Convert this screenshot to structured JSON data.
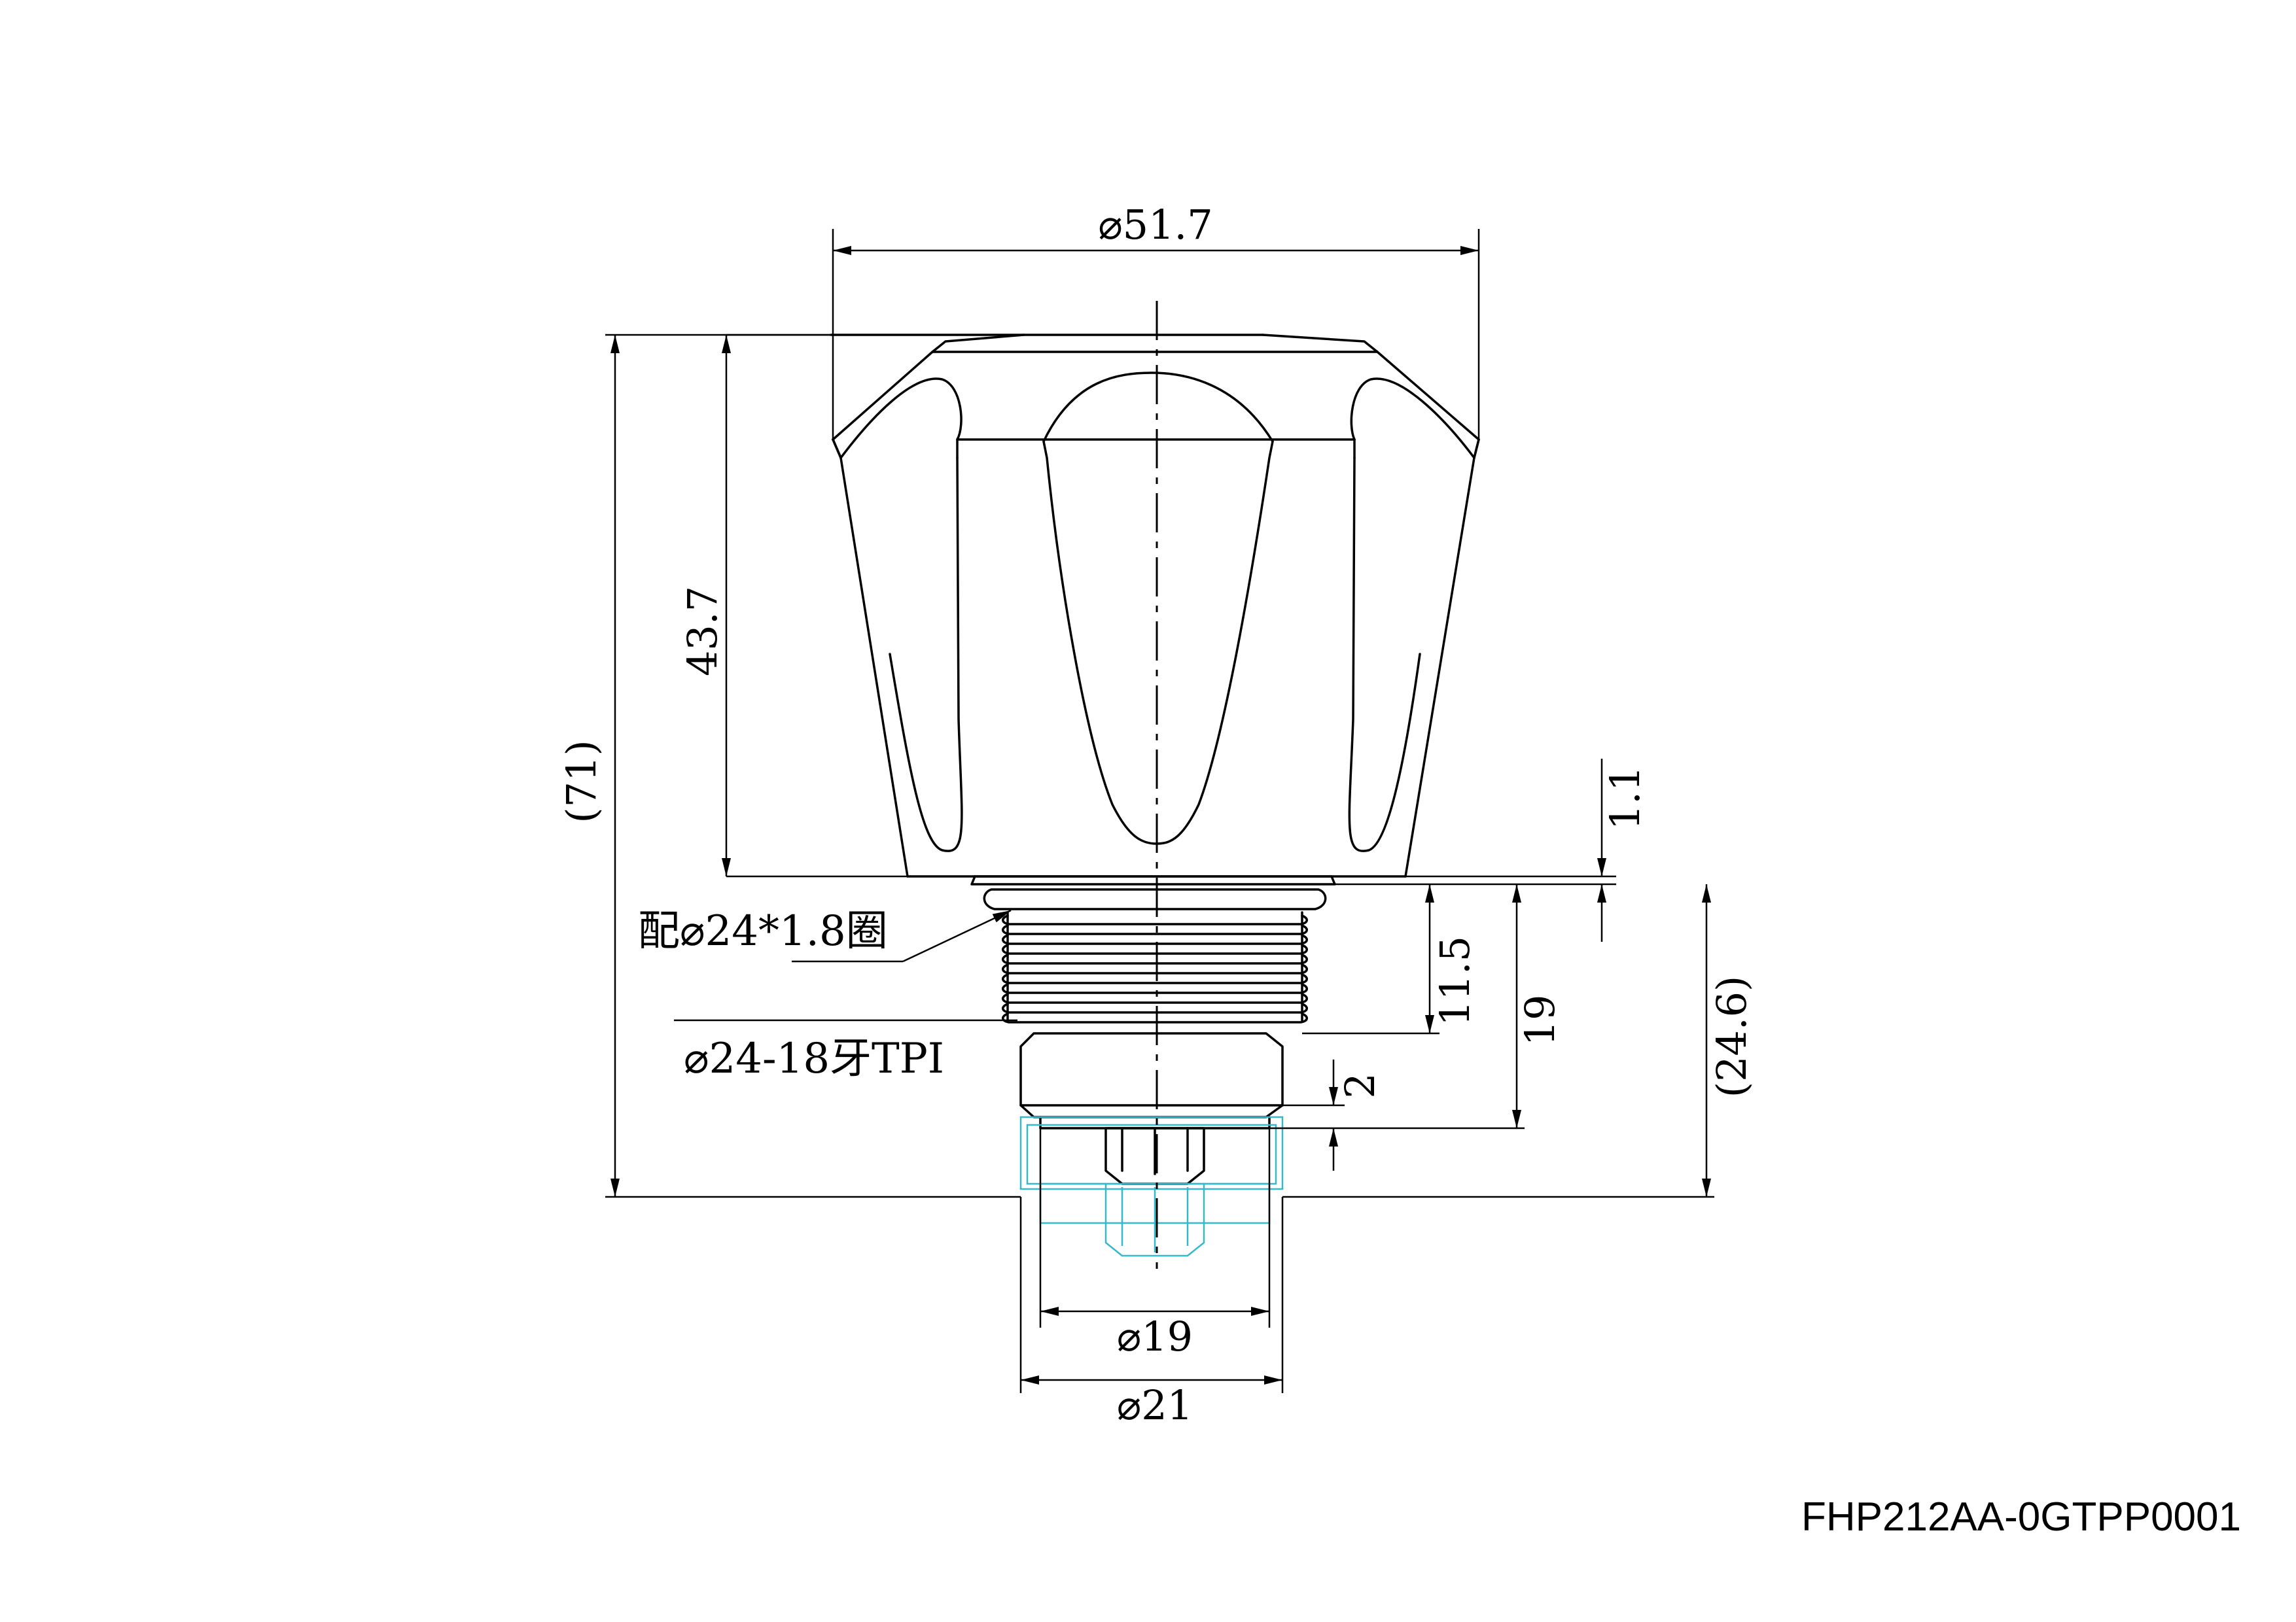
{
  "dimensions": {
    "top_diameter": "⌀51.7",
    "overall_height": "(71)",
    "handle_height": "43.7",
    "gap": "1.1",
    "thread_length": "11.5",
    "body_length": "19",
    "bottom_height": "(24.6)",
    "hex_height": "2",
    "inner_diameter": "⌀19",
    "outer_diameter": "⌀21"
  },
  "notes": {
    "o_ring": "配⌀24*1.8圈",
    "thread": "⌀24-18牙TPI"
  },
  "part_number": "FHP212AA-0GTPP0001",
  "colors": {
    "line": "#000000",
    "hidden_parts": "#35b9c9",
    "background": "#ffffff"
  }
}
